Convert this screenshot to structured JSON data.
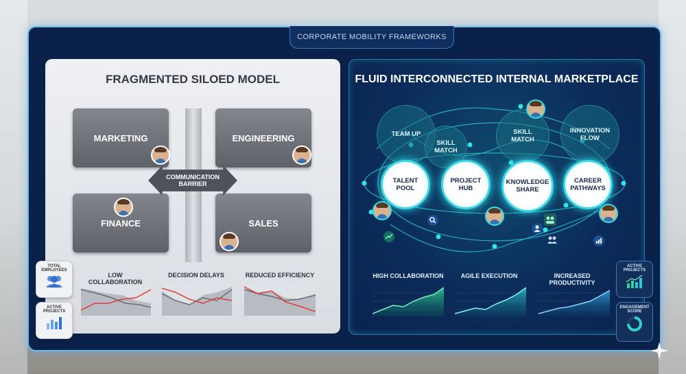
{
  "frame": {
    "title": "CORPORATE MOBILITY FRAMEWORKS"
  },
  "left": {
    "title": "FRAGMENTED SILOED MODEL",
    "departments": [
      "MARKETING",
      "ENGINEERING",
      "FINANCE",
      "SALES"
    ],
    "barrier": [
      "COMMUNICATION",
      "BARRIER"
    ],
    "metrics": [
      "LOW COLLABORATION",
      "DECISION DELAYS",
      "REDUCED EFFICIENCY"
    ],
    "widgets": {
      "total_employees": [
        "TOTAL",
        "EMPLOYEES"
      ],
      "active_projects": [
        "ACTIVE",
        "PROJECTS"
      ]
    }
  },
  "right": {
    "title": "FLUID INTERCONNECTED INTERNAL MARKETPLACE",
    "outer_nodes": [
      [
        "TEAM UP"
      ],
      [
        "SKILL",
        "MATCH"
      ],
      [
        "SKILL",
        "MATCH"
      ],
      [
        "INNOVATION",
        "FLOW"
      ]
    ],
    "core_nodes": [
      [
        "TALENT",
        "POOL"
      ],
      [
        "PROJECT",
        "HUB"
      ],
      [
        "KNOWLEDGE",
        "SHARE"
      ],
      [
        "CAREER",
        "PATHWAYS"
      ]
    ],
    "metrics": [
      "HIGH COLLABORATION",
      "AGILE EXECUTION",
      "INCREASED PRODUCTIVITY"
    ],
    "widgets": {
      "active_projects": [
        "ACTIVE",
        "PROJECTS"
      ],
      "engagement_score": [
        "ENGAGEMENT",
        "SCORE"
      ]
    }
  },
  "colors": {
    "frame_bg": "#0a2149",
    "frame_border": "#6fb8e6",
    "teal_accent": "#3fd7e6",
    "decline_red": "#e23a3a",
    "growth_green": "#34d79c"
  }
}
